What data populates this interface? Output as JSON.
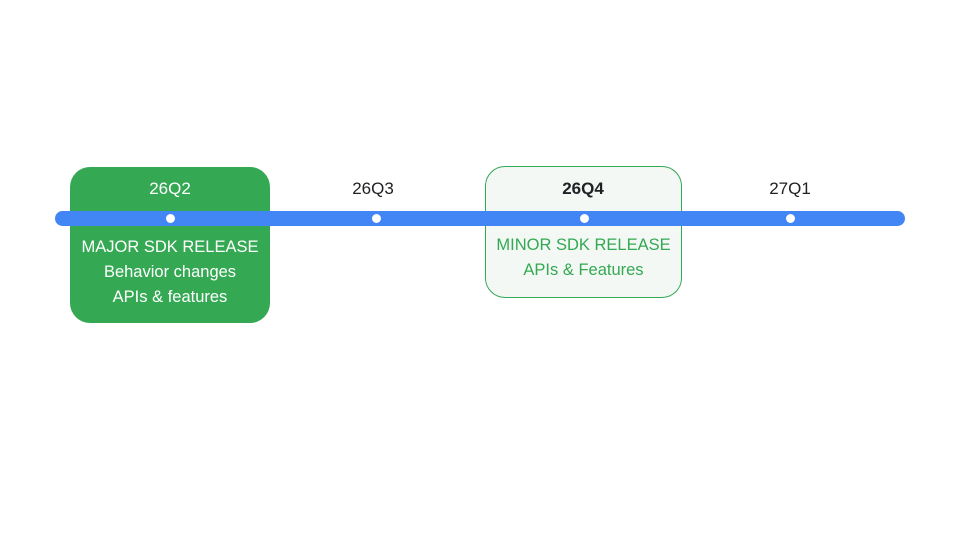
{
  "colors": {
    "timeline": "#4285f4",
    "major_card": "#34a853",
    "minor_card_fill": "#f3f8f4",
    "minor_card_border": "#34a853"
  },
  "timeline": {
    "quarters": [
      {
        "label": "26Q2"
      },
      {
        "label": "26Q3"
      },
      {
        "label": "26Q4"
      },
      {
        "label": "27Q1"
      }
    ]
  },
  "releases": {
    "major": {
      "title": "MAJOR SDK RELEASE",
      "lines": [
        "Behavior changes",
        "APIs & features"
      ]
    },
    "minor": {
      "title": "MINOR SDK RELEASE",
      "lines": [
        "APIs & Features"
      ]
    }
  }
}
